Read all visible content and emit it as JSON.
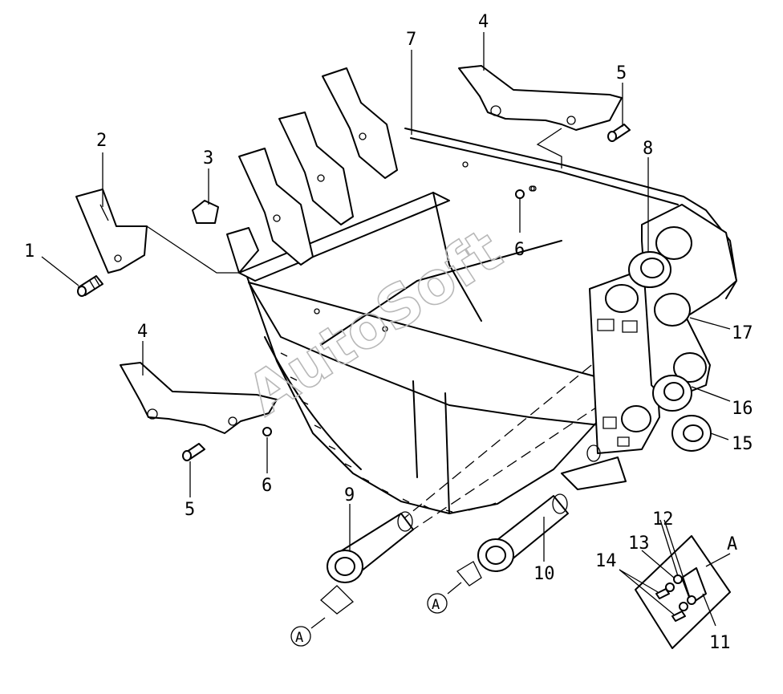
{
  "watermark": "AutoSoft",
  "callouts": [
    "1",
    "2",
    "3",
    "4",
    "5",
    "6",
    "7",
    "8",
    "9",
    "10",
    "11",
    "12",
    "13",
    "14",
    "15",
    "16",
    "17"
  ],
  "repeat_labels": {
    "four": "4",
    "five": "5",
    "six": "6",
    "detail": "A",
    "ref": "A"
  }
}
